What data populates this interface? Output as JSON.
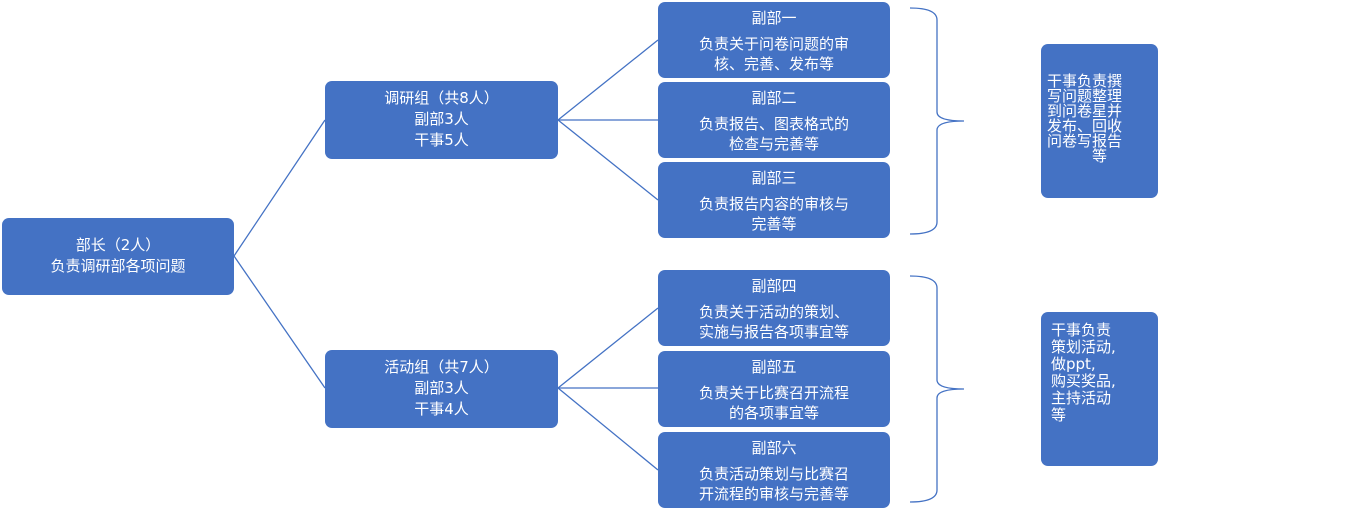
{
  "chief": {
    "lines": [
      "部长（2人）",
      "负责调研部各项问题"
    ]
  },
  "groups": [
    {
      "lines": [
        "调研组（共8人）",
        "副部3人",
        "干事5人"
      ]
    },
    {
      "lines": [
        "活动组（共7人）",
        "副部3人",
        "干事4人"
      ]
    }
  ],
  "deputies": [
    {
      "title": "副部一",
      "lines": [
        "负责关于问卷问题的审",
        "核、完善、发布等"
      ]
    },
    {
      "title": "副部二",
      "lines": [
        "负责报告、图表格式的",
        "检查与完善等"
      ]
    },
    {
      "title": "副部三",
      "lines": [
        "负责报告内容的审核与",
        "完善等"
      ]
    },
    {
      "title": "副部四",
      "lines": [
        "负责关于活动的策划、",
        "实施与报告各项事宜等"
      ]
    },
    {
      "title": "副部五",
      "lines": [
        "负责关于比赛召开流程",
        "的各项事宜等"
      ]
    },
    {
      "title": "副部六",
      "lines": [
        "负责活动策划与比赛召",
        "开流程的审核与完善等"
      ]
    }
  ],
  "notes": [
    {
      "lines": [
        "干事负责撰",
        "写问题整理",
        "到问卷星并",
        "发布、回收",
        "问卷写报告",
        "等"
      ]
    },
    {
      "lines": [
        "干事负责",
        "策划活动,",
        "做ppt,",
        "购买奖品,",
        "主持活动",
        "等"
      ]
    }
  ],
  "colors": {
    "box_fill": "#4472c4",
    "connector": "#4472c4",
    "bracket": "#4472c4",
    "text": "#ffffff"
  }
}
